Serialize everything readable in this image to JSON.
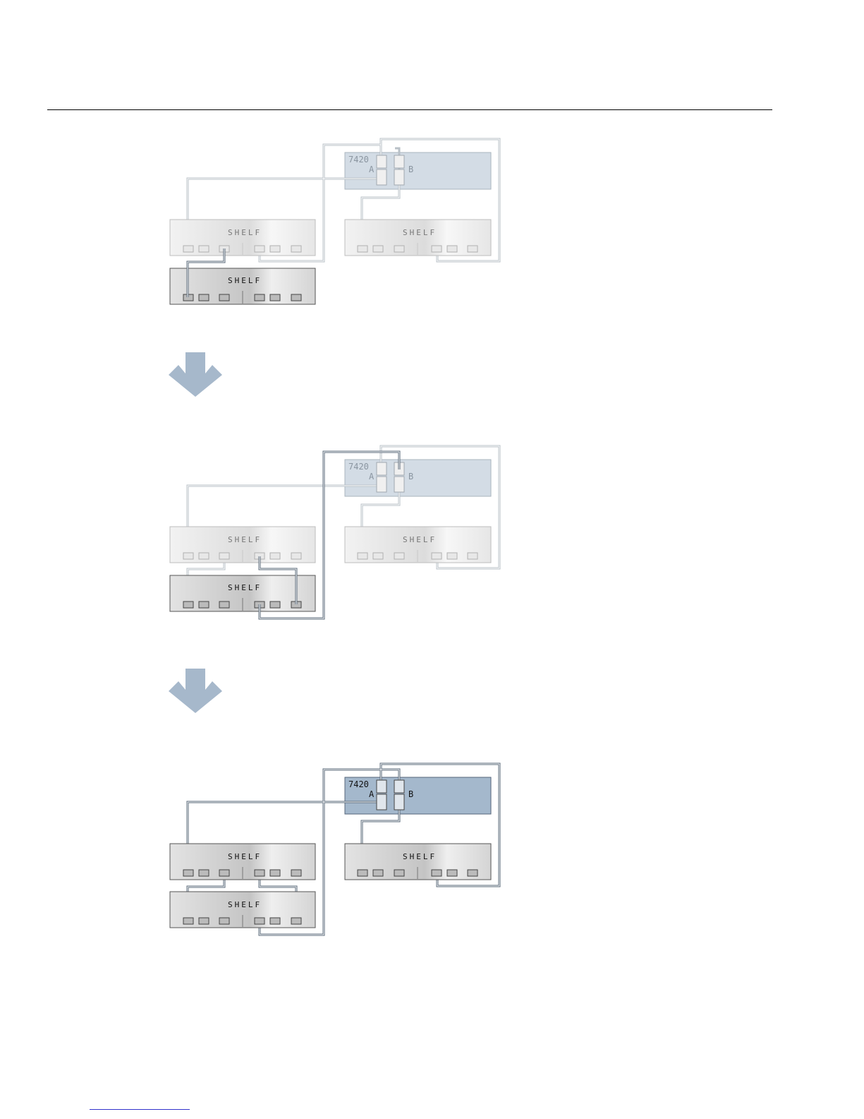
{
  "diagrams": [
    {
      "state": "before",
      "controller_model": "7420",
      "controller_ports": [
        "A",
        "B"
      ],
      "shelves": [
        {
          "label": "SHELF",
          "highlight": false
        },
        {
          "label": "SHELF",
          "highlight": true
        },
        {
          "label": "SHELF",
          "highlight": false
        }
      ]
    },
    {
      "state": "intermediate",
      "controller_model": "7420",
      "controller_ports": [
        "A",
        "B"
      ],
      "shelves": [
        {
          "label": "SHELF",
          "highlight": false
        },
        {
          "label": "SHELF",
          "highlight": true
        },
        {
          "label": "SHELF",
          "highlight": false
        }
      ]
    },
    {
      "state": "after",
      "controller_model": "7420",
      "controller_ports": [
        "A",
        "B"
      ],
      "shelves": [
        {
          "label": "SHELF",
          "highlight": true
        },
        {
          "label": "SHELF",
          "highlight": true
        },
        {
          "label": "SHELF",
          "highlight": true
        }
      ]
    }
  ],
  "colors": {
    "cable_active": "#6a7a8a",
    "cable_faded": "#c4cbd1",
    "controller_fill_faded": "#d3dce5",
    "controller_fill_active": "#a4b8cc",
    "arrow": "#a6b8cb"
  }
}
